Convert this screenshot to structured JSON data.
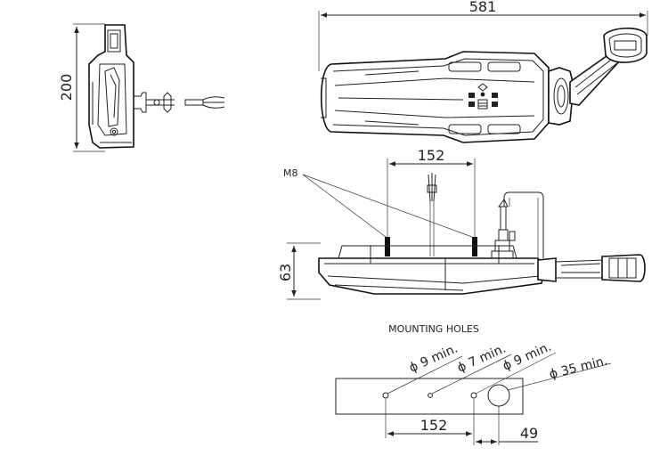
{
  "dimensions": {
    "width_overall": "581",
    "height_side": "200",
    "hole_spacing_side": "152",
    "depth": "63",
    "hole_spacing_plate": "152",
    "hole_offset": "49"
  },
  "labels": {
    "thread": "M8",
    "mounting_holes_title": "MOUNTING HOLES",
    "hole1": "ϕ 9 min.",
    "hole2": "ϕ 7 min.",
    "hole3": "ϕ 9 min.",
    "hole4": "ϕ 35 min."
  },
  "colors": {
    "line": "#222222",
    "background": "#ffffff"
  }
}
